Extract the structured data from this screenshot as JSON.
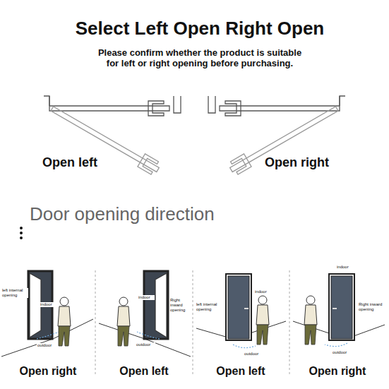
{
  "diagram": {
    "title": "Select Left Open Right Open",
    "labels": [
      "Please confirm whether the product is suitable for left or right opening before purchasing.",
      "Open left",
      "Open right",
      "Door opening direction",
      "left internal opening",
      "indoor",
      "outdoor",
      "Open right",
      "indoor",
      "Right inward opening",
      "outdoor",
      "Open left",
      "left internal opening",
      "indoor",
      "outdoor",
      "Open left",
      "indoor",
      "Right inward opening",
      "outdoor",
      "Open right"
    ]
  }
}
